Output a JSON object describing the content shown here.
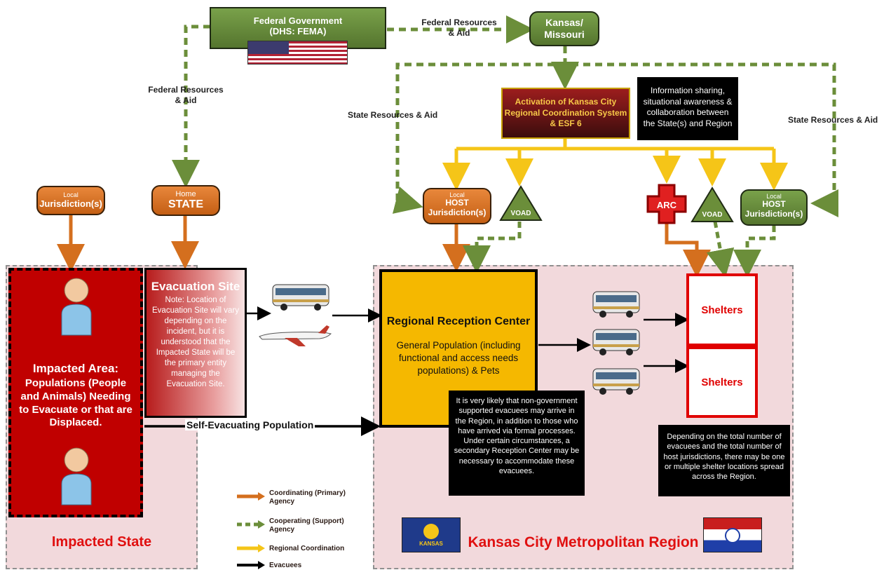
{
  "federal": {
    "title": "Federal Government",
    "subtitle": "(DHS: FEMA)"
  },
  "kansas_missouri": {
    "line1": "Kansas/",
    "line2": "Missouri"
  },
  "flow_labels": {
    "federal_to_state": "Federal Resources\n& Aid",
    "federal_to_home": "Federal Resources\n& Aid",
    "state_left": "State Resources & Aid",
    "state_right": "State Resources & Aid",
    "self_evacuating": "Self-Evacuating Population"
  },
  "activation": {
    "text": "Activation of Kansas City\nRegional Coordination System\n& ESF 6"
  },
  "info_sharing": {
    "text": "Information sharing,\nsituational awareness &\ncollaboration between\nthe State(s) and Region"
  },
  "local_jurisdiction": {
    "small": "Local",
    "big": "Jurisdiction(s)"
  },
  "home_state": {
    "small": "Home",
    "big": "STATE"
  },
  "host_left": {
    "small": "Local",
    "line1": "HOST",
    "line2": "Jurisdiction(s)"
  },
  "host_right": {
    "small": "Local",
    "line1": "HOST",
    "line2": "Jurisdiction(s)"
  },
  "voad_left": "VOAD",
  "voad_right": "VOAD",
  "arc": "ARC",
  "impacted_area": {
    "title": "Impacted Area:",
    "body": "Populations (People and Animals) Needing to Evacuate or that are Displaced."
  },
  "impacted_state_label": "Impacted State",
  "evacuation_site": {
    "title": "Evacuation Site",
    "note": "Note: Location of Evacuation Site will vary depending on the incident, but it is understood that the Impacted State will be the primary entity managing the Evacuation Site."
  },
  "reception_center": {
    "title": "Regional Reception Center",
    "body": "General Population (including functional and access needs populations) & Pets"
  },
  "non_gov_note": "It is very likely that non-government supported evacuees may arrive in the Region, in addition to those who have arrived via formal processes. Under certain circumstances, a secondary Reception Center may be necessary to accommodate these evacuees.",
  "shelters": [
    "Shelters",
    "Shelters"
  ],
  "shelter_note": "Depending on the total number of evacuees and the total number of host jurisdictions, there may be one or multiple shelter locations spread across the Region.",
  "kc_region_label": "Kansas City Metropolitan Region",
  "kansas_flag_text": "KANSAS",
  "legend": [
    {
      "label": "Coordinating (Primary)\nAgency",
      "style": "orange-solid"
    },
    {
      "label": "Cooperating (Support)\nAgency",
      "style": "green-dashed"
    },
    {
      "label": "Regional Coordination",
      "style": "yellow-solid"
    },
    {
      "label": "Evacuees",
      "style": "black-solid"
    }
  ],
  "colors": {
    "orange": "#d46f1e",
    "green": "#6b8e3a",
    "yellow": "#f5c518",
    "red": "#c00000",
    "region_bg": "#f2d9dc"
  },
  "icons": [
    "person-icon",
    "bus-icon",
    "airplane-icon",
    "flag-icon",
    "red-cross-icon"
  ]
}
